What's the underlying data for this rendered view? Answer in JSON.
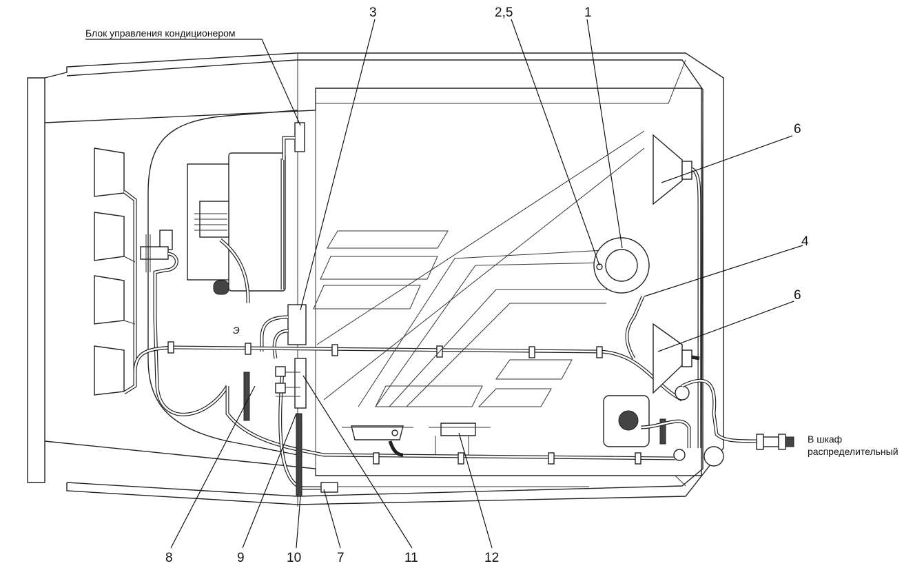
{
  "diagram": {
    "labels": {
      "control_unit": "Блок управления кондиционером",
      "to_cabinet_line1": "В шкаф",
      "to_cabinet_line2": "распределительный",
      "mark_e": "Э"
    },
    "callouts": [
      "1",
      "2,5",
      "3",
      "4",
      "6",
      "6",
      "7",
      "8",
      "9",
      "10",
      "11",
      "12"
    ]
  }
}
